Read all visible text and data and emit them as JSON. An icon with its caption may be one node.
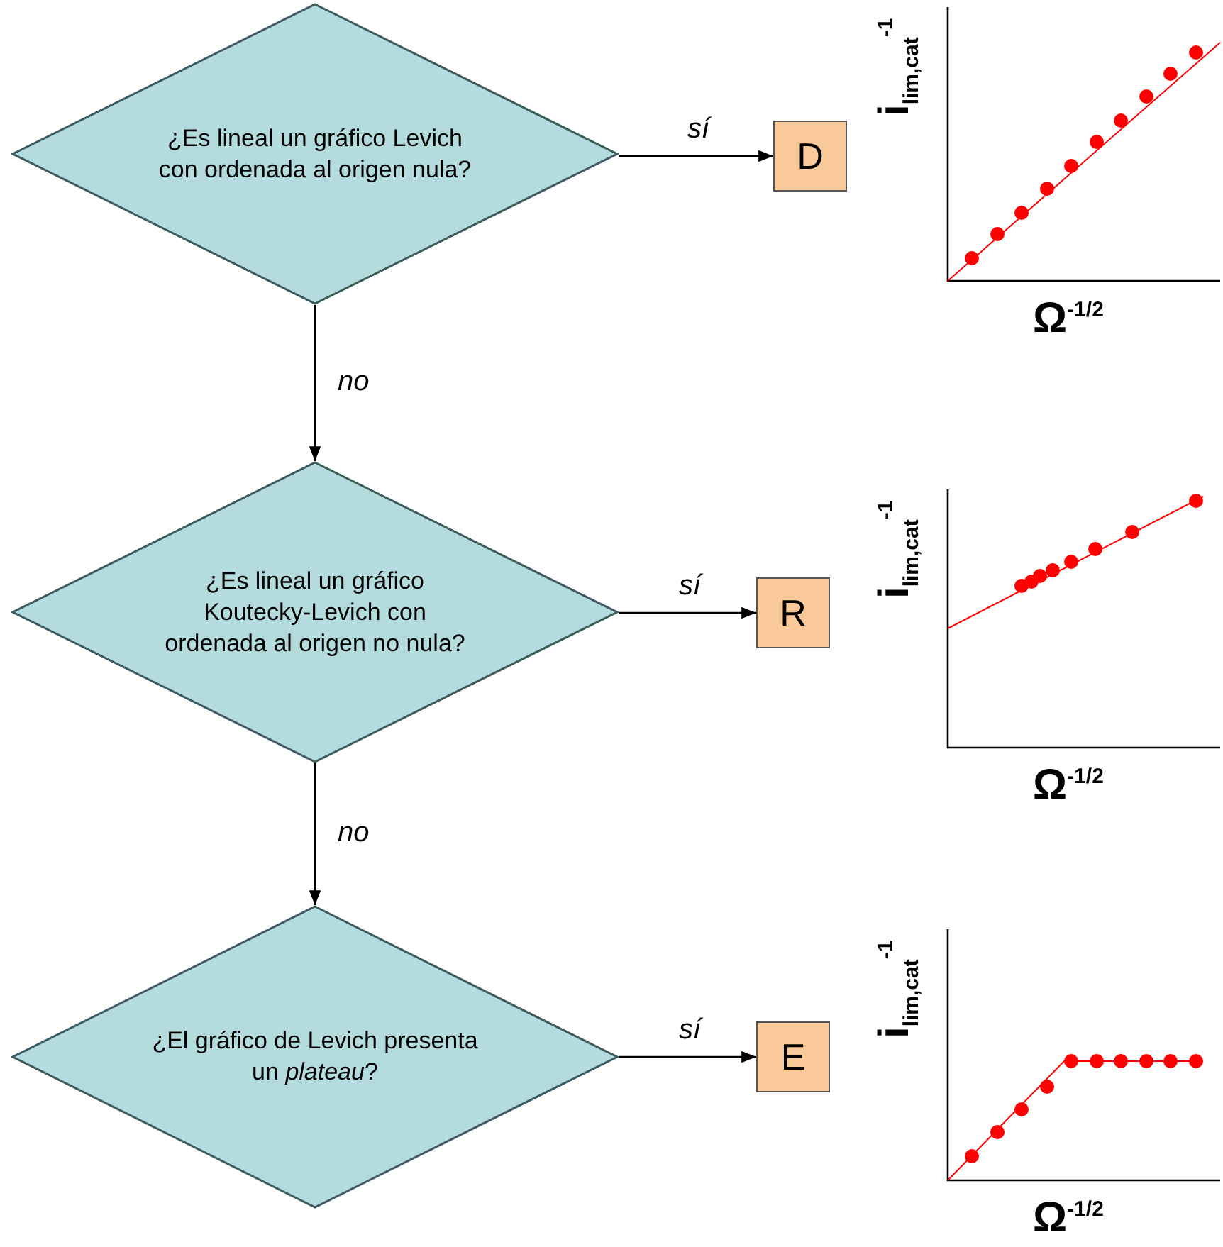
{
  "diagram": {
    "nodes": [
      {
        "text": [
          "¿Es lineal un gráfico Levich con ordenada al origen nula?"
        ]
      },
      {
        "text": [
          "D"
        ]
      },
      {
        "text": [
          "¿Es lineal un gráfico Koutecky-Levich con ordenada al origen no nula?"
        ]
      },
      {
        "text": [
          "R"
        ]
      },
      {
        "text": [
          "¿El gráfico de Levich presenta un *plateau*?"
        ]
      },
      {
        "text": [
          "E"
        ]
      }
    ],
    "edges": [
      {
        "from": 0,
        "to": 1,
        "arrow": "to",
        "label": "sí"
      },
      {
        "from": 0,
        "to": 2,
        "arrow": "to",
        "label": "no"
      },
      {
        "from": 2,
        "to": 3,
        "arrow": "to",
        "label": "sí"
      },
      {
        "from": 2,
        "to": 4,
        "arrow": "to",
        "label": "no"
      },
      {
        "from": 4,
        "to": 5,
        "arrow": "to",
        "label": "sí"
      }
    ],
    "labels": [
      "i$_{lim,cat}$$^{-1}$",
      "Ω$^{-1/2}$",
      "i$_{lim,cat}$$^{-1}$",
      "Ω$^{-1/2}$",
      "i$_{lim,cat}$$^{-1}$",
      "Ω$^{-1/2}$"
    ]
  }
}
